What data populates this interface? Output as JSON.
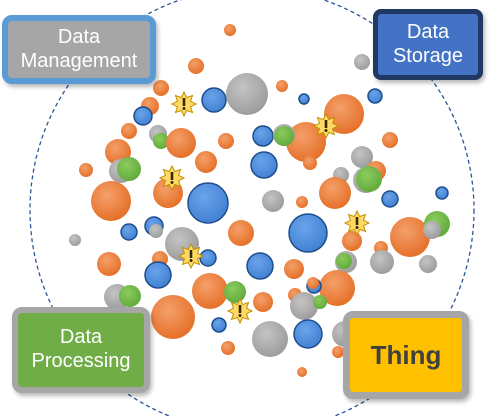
{
  "labels": {
    "data_management": [
      "Data",
      "Management"
    ],
    "data_storage": [
      "Data",
      "Storage"
    ],
    "data_processing": [
      "Data",
      "Processing"
    ],
    "thing": "Thing"
  },
  "node_colors": {
    "orange": "#ed7d31",
    "blue": "#4a86d8",
    "gray": "#a6a6a6",
    "green": "#70ad47",
    "alert": "#ffd966"
  },
  "icons": {
    "alert": "warning-burst-icon"
  }
}
